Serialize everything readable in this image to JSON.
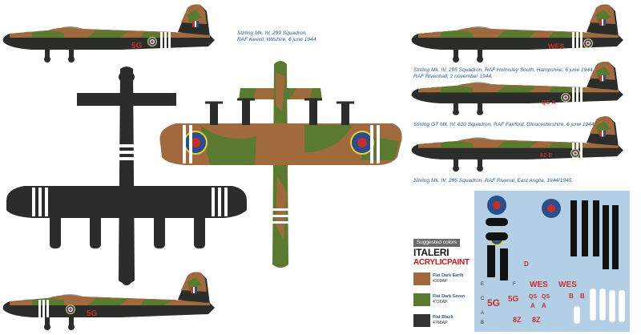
{
  "captions": [
    "Stirling Mk. IV, 299  Squadron,",
    "RAF Keevil, Witshire, 6 june 1944.",
    "Stirling Mk. IV, 295 Squadron, RAF Holmsley South, Hampshire, 6 june 1944.",
    "RAF Rivenhall, 2 november 1944.",
    "Stirling GT Mk. IV, 620 Squadron, RAF Fairford, Gloucestershire, 6 june 1944.",
    "Stirling Mk. IV, 295 Squadron, RAF Rivenal, East Anglia, 1944/1945."
  ],
  "codes": {
    "side1": "5G",
    "side2": "WES",
    "side3": "QS·A",
    "side4": "8Z·E",
    "bottom": "5G"
  },
  "decal_text": [
    "WES",
    "WES",
    "5G",
    "5G",
    "QS",
    "QS",
    "A",
    "A",
    "B",
    "B",
    "8Z",
    "8Z",
    "D",
    "E",
    "F",
    "C",
    "A",
    "B"
  ],
  "colors_panel": {
    "header": "Suggested colors",
    "brand_line1": "ITALERI",
    "brand_line2": "ACRYLICPAINT",
    "items": [
      {
        "name": "Flat Dark Earth",
        "code": "4303AP",
        "hex": "#a06a3c"
      },
      {
        "name": "Flat Dark Green",
        "code": "4726AP",
        "hex": "#5a7a30"
      },
      {
        "name": "Flat Black",
        "code": "4768AP",
        "hex": "#333333"
      }
    ]
  },
  "palette": {
    "black": "#2b2d2b",
    "earth": "#a06a3c",
    "green": "#5a7a30",
    "red": "#c5302b",
    "blue": "#2a4e8c",
    "caption": "#2a5b9a"
  }
}
